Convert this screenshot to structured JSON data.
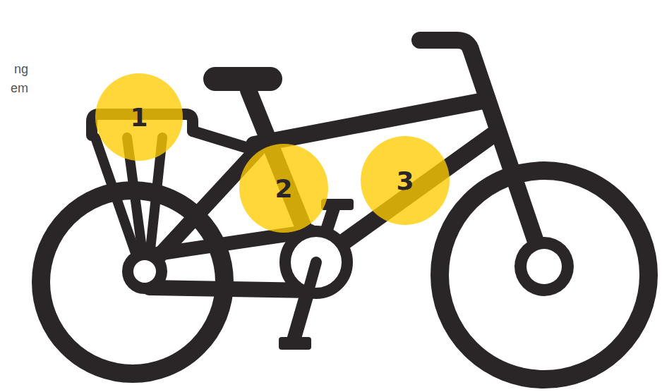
{
  "diagram": {
    "nodes": [
      {
        "text": [
          "1"
        ]
      },
      {
        "text": [
          "2"
        ]
      },
      {
        "text": [
          "3"
        ]
      }
    ],
    "edges": [],
    "labels": [
      "ng",
      "em"
    ]
  }
}
